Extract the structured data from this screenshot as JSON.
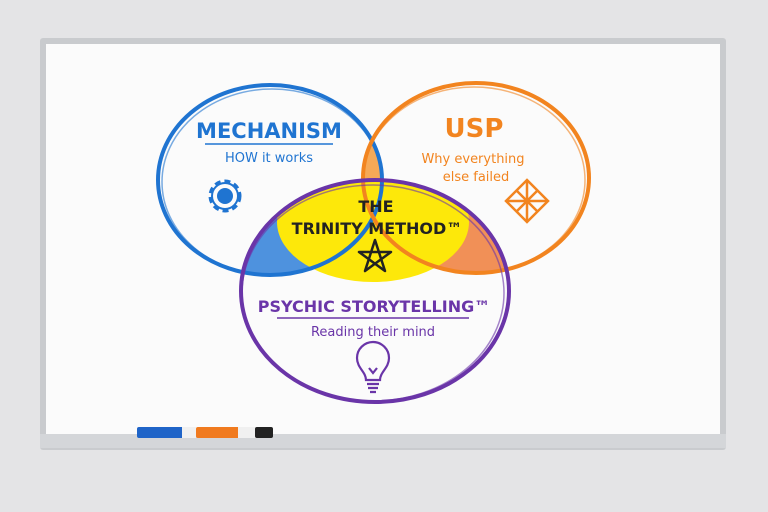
{
  "diagram": {
    "type": "venn",
    "circles": [
      {
        "title": "MECHANISM",
        "subtitle": "HOW it works",
        "icon": "gear-icon",
        "color": "#1f74d1"
      },
      {
        "title": "USP",
        "subtitle_line1": "Why everything",
        "subtitle_line2": "else failed",
        "icon": "diamond-icon",
        "color": "#f2841f"
      },
      {
        "title": "PSYCHIC STORYTELLING™",
        "subtitle": "Reading their mind",
        "icon": "lightbulb-icon",
        "color": "#6a35a8"
      }
    ],
    "center": {
      "line1": "THE",
      "line2": "TRINITY METHOD™",
      "icon": "star-icon",
      "color": "#fde80a"
    }
  },
  "markers": [
    {
      "color": "#1f64c8"
    },
    {
      "color": "#f07a1e"
    },
    {
      "color": "#222222"
    }
  ]
}
